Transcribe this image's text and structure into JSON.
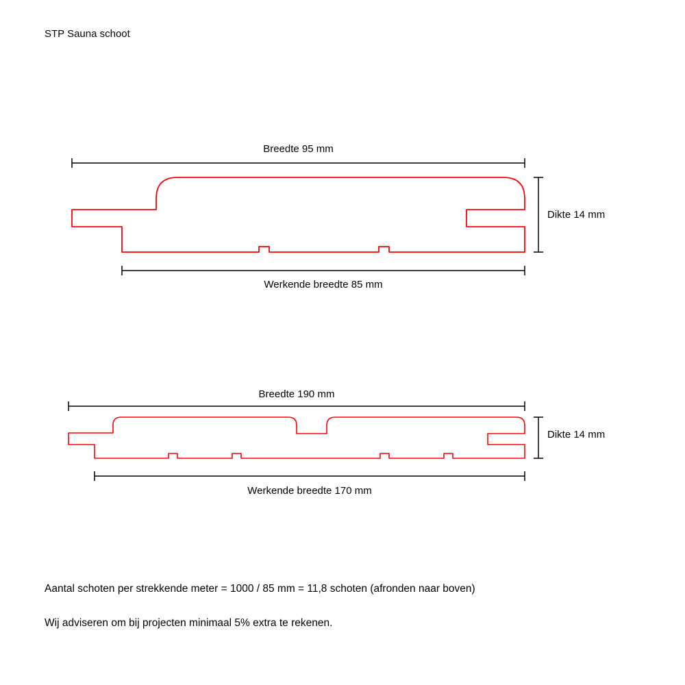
{
  "title": "STP Sauna schoot",
  "profile1": {
    "breedte_label": "Breedte 95 mm",
    "dikte_label": "Dikte 14 mm",
    "werkende_label": "Werkende breedte 85 mm"
  },
  "profile2": {
    "breedte_label": "Breedte 190 mm",
    "dikte_label": "Dikte 14 mm",
    "werkende_label": "Werkende breedte 170 mm"
  },
  "notes": {
    "line1": "Aantal schoten per strekkende meter = 1000 / 85 mm = 11,8 schoten (afronden naar boven)",
    "line2": "Wij adviseren om bij projecten minimaal 5% extra te rekenen."
  },
  "colors": {
    "profile_outline": "#ff0000",
    "dimension_lines": "#000000",
    "background": "#ffffff"
  }
}
